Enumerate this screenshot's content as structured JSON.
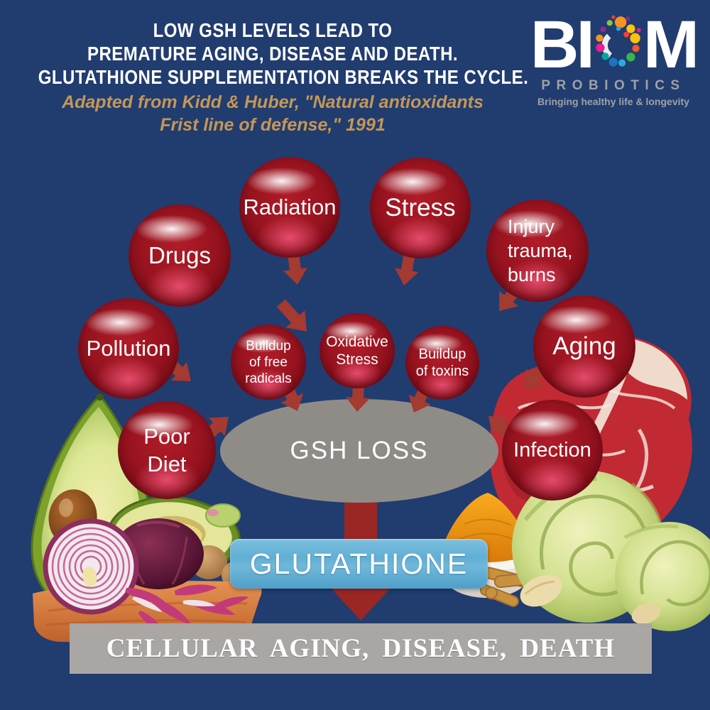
{
  "header": {
    "title_lines": [
      "LOW GSH LEVELS LEAD TO",
      "PREMATURE AGING, DISEASE AND DEATH.",
      "GLUTATHIONE SUPPLEMENTATION BREAKS THE CYCLE."
    ],
    "attribution_lines": [
      "Adapted from Kidd & Huber, \"Natural antioxidants",
      "Frist line of defense,\" 1991"
    ]
  },
  "logo": {
    "word_start": "BI",
    "word_end": "M",
    "subtitle": "PROBIOTICS",
    "tagline": "Bringing healthy life & longevity",
    "dot_colors": [
      "#f7941d",
      "#ffc20e",
      "#ec1e8c",
      "#ef4136",
      "#3ab54a",
      "#8dc63f",
      "#1b75bb",
      "#27aae1",
      "#00a79d",
      "#92278f"
    ]
  },
  "diagram": {
    "center_label": "GSH LOSS",
    "supplement_label": "GLUTATHIONE",
    "outcome_label": "CELLULAR AGING, DISEASE, DEATH",
    "causes": [
      {
        "id": "drugs",
        "label": "Drugs"
      },
      {
        "id": "radiation",
        "label": "Radiation"
      },
      {
        "id": "stress",
        "label": "Stress"
      },
      {
        "id": "injury",
        "label": "Injury\ntrauma,\nburns"
      },
      {
        "id": "pollution",
        "label": "Pollution"
      },
      {
        "id": "aging",
        "label": "Aging"
      },
      {
        "id": "free-radicals",
        "label": "Buildup\nof free\nradicals"
      },
      {
        "id": "oxidative-stress",
        "label": "Oxidative\nStress"
      },
      {
        "id": "toxins",
        "label": "Buildup\nof toxins"
      },
      {
        "id": "poor-diet",
        "label": "Poor\nDiet"
      },
      {
        "id": "infection",
        "label": "Infection"
      }
    ]
  },
  "colors": {
    "background_navy": "#213c6f",
    "sphere_red": "#97131f",
    "arrow_red": "#a43a30",
    "big_arrow_red": "#9a2723",
    "ellipse_gray": "#8f8c88",
    "banner_gray": "#a9a6a3",
    "glutathione_blue": "#61afd5",
    "attribution_gold": "#c49757"
  }
}
